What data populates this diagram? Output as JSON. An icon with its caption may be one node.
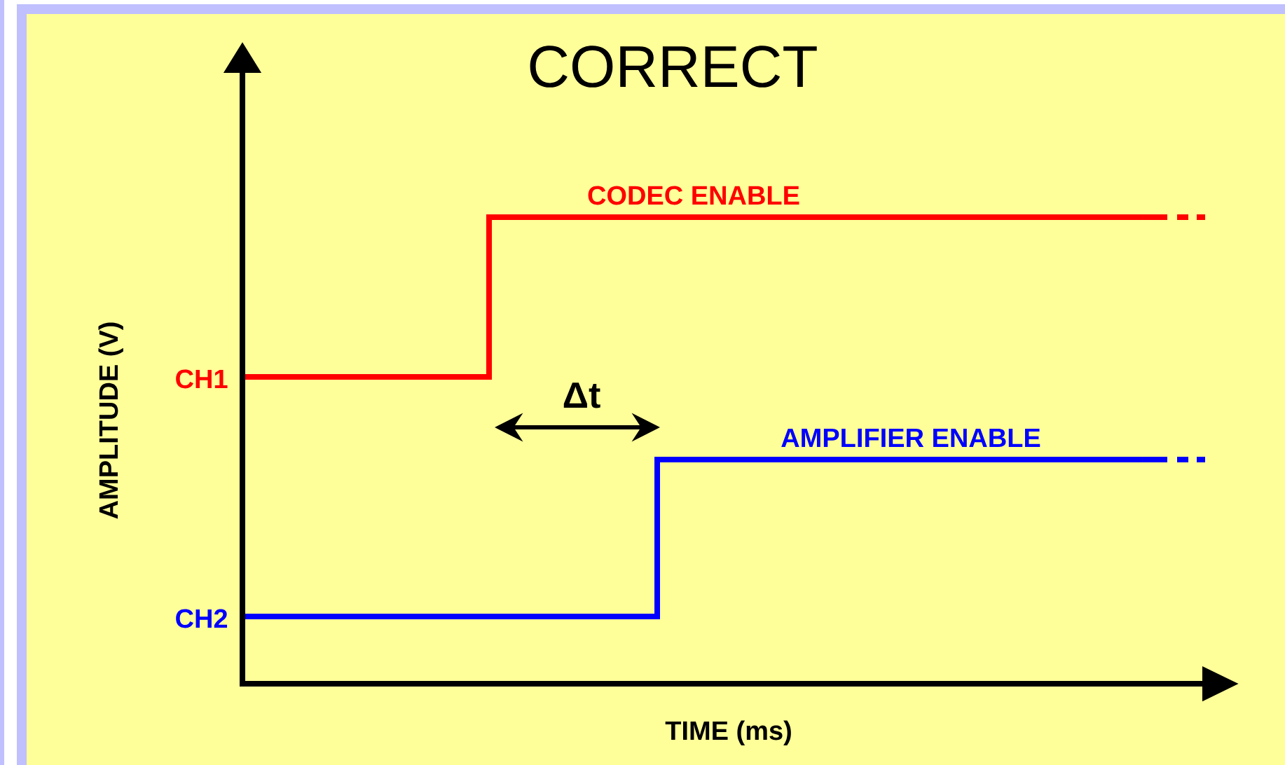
{
  "diagram": {
    "title": "CORRECT",
    "labels": [
      "CODEC ENABLE",
      "CH1",
      "Δt",
      "AMPLIFIER ENABLE",
      "CH2",
      "AMPLITUDE (V)",
      "TIME (ms)"
    ]
  }
}
